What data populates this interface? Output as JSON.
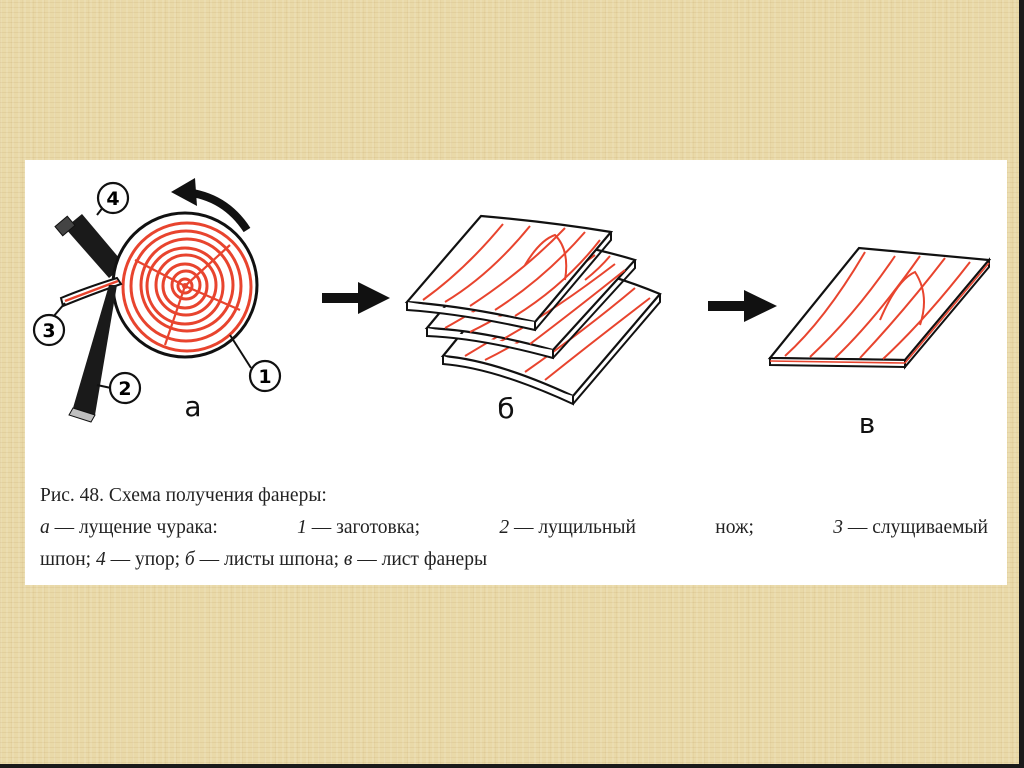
{
  "figure": {
    "stage_a_letter": "а",
    "stage_b_letter": "б",
    "stage_v_letter": "в",
    "callouts": [
      "1",
      "2",
      "3",
      "4"
    ]
  },
  "caption": {
    "title": "Рис. 48. Схема получения фанеры:",
    "line2": [
      {
        "italic": "а",
        "text": " — лущение чурака:"
      },
      {
        "italic": "1",
        "text": " — заготовка;"
      },
      {
        "italic": "2",
        "text": " — лущильный"
      },
      {
        "italic": "",
        "text": "нож;"
      },
      {
        "italic": "3",
        "text": " — слущиваемый"
      }
    ],
    "line3": "шпон; 4 — упор; б — листы шпона; в — лист фанеры",
    "line3_parts": [
      {
        "text": "шпон; "
      },
      {
        "italic": "4"
      },
      {
        "text": " — упор; "
      },
      {
        "italic": "б"
      },
      {
        "text": " — листы шпона; "
      },
      {
        "italic": "в"
      },
      {
        "text": " — лист фанеры"
      }
    ]
  },
  "colors": {
    "wood_grain": "#e8442e",
    "outline": "#1a1a1a",
    "background": "#e9d9a8"
  }
}
